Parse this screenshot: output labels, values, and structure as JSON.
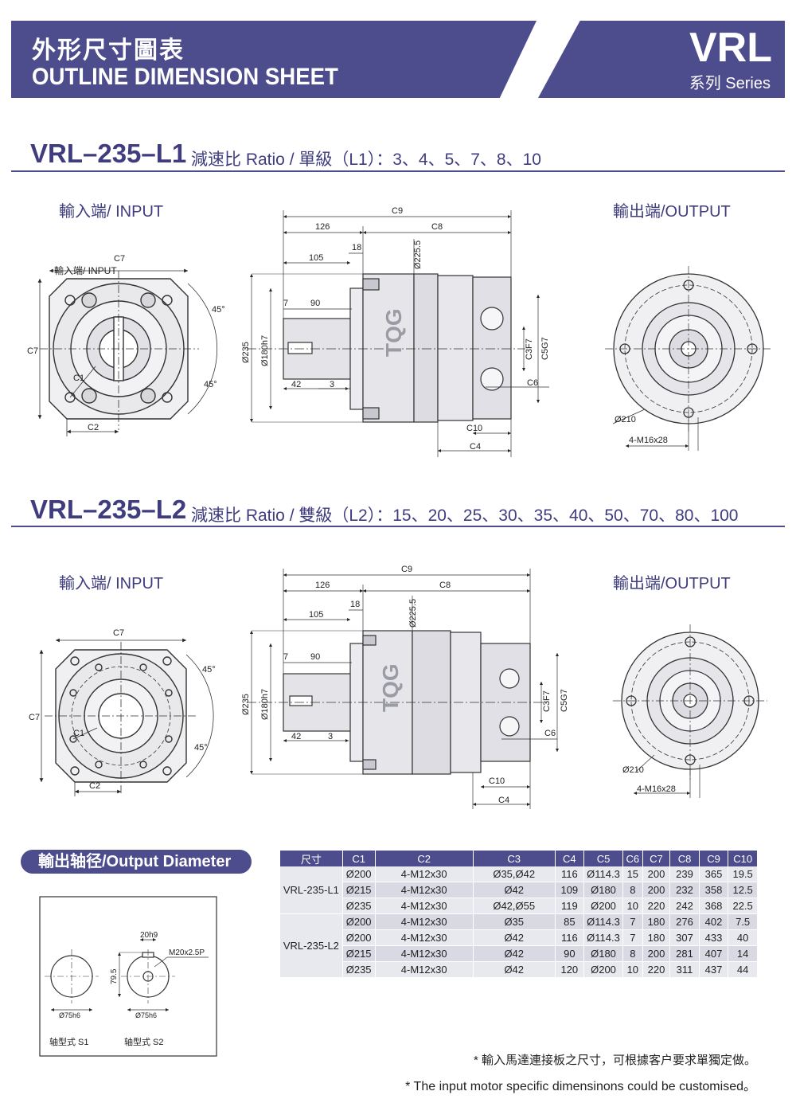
{
  "header": {
    "title_cn": "外形尺寸圖表",
    "title_en": "OUTLINE DIMENSION SHEET",
    "series_name": "VRL",
    "series_label": "系列 Series"
  },
  "sections": [
    {
      "model": "VRL–235–L1",
      "ratio_text": "減速比 Ratio / 單級（L1）：3、4、5、7、8、10",
      "input_label": "輸入端/ INPUT",
      "output_label": "輸出端/OUTPUT",
      "inner_input_label": "輸入端/ INPUT",
      "dims": {
        "c9": "C9",
        "d126": "126",
        "c8": "C8",
        "d18": "18",
        "d225": "Ø225.5",
        "d105": "105",
        "d7": "7",
        "d90": "90",
        "d235": "Ø235",
        "d180": "Ø180h7",
        "d42": "42",
        "d3": "3",
        "c3": "C3F7",
        "c5": "C5G7",
        "c6": "C6",
        "c10": "C10",
        "c4": "C4",
        "c7": "C7",
        "c7v": "C7",
        "c1": "C1",
        "c2": "C2",
        "a45a": "45°",
        "a45b": "45°",
        "d210": "Ø210",
        "m16": "4-M16x28"
      }
    },
    {
      "model": "VRL–235–L2",
      "ratio_text": "減速比 Ratio / 雙級（L2）：15、20、25、30、35、40、50、70、80、100",
      "input_label": "輸入端/ INPUT",
      "output_label": "輸出端/OUTPUT",
      "dims": {
        "c9": "C9",
        "d126": "126",
        "c8": "C8",
        "d18": "18",
        "d225": "Ø225.5",
        "d105": "105",
        "d7": "7",
        "d90": "90",
        "d235": "Ø235",
        "d180": "Ø180h7",
        "d42": "42",
        "d3": "3",
        "c3": "C3F7",
        "c5": "C5G7",
        "c6": "C6",
        "c10": "C10",
        "c4": "C4",
        "c7": "C7",
        "c7v": "C7",
        "c1": "C1",
        "c2": "C2",
        "a45a": "45°",
        "a45b": "45°",
        "d210": "Ø210",
        "m16": "4-M16x28"
      }
    }
  ],
  "logo_text": "TQG",
  "output_diameter": {
    "title": "輸出轴径/Output Diameter",
    "s1_dia": "Ø75h6",
    "s1_label": "轴型式 S1",
    "s2_dia": "Ø75h6",
    "s2_label": "轴型式 S2",
    "s2_key": "20h9",
    "s2_thread": "M20x2.5P",
    "s2_height": "79.5"
  },
  "table": {
    "headers": [
      "尺寸",
      "C1",
      "C2",
      "C3",
      "C4",
      "C5",
      "C6",
      "C7",
      "C8",
      "C9",
      "C10"
    ],
    "groups": [
      {
        "model": "VRL-235-L1",
        "rows": [
          [
            "Ø200",
            "4-M12x30",
            "Ø35,Ø42",
            "116",
            "Ø114.3",
            "15",
            "200",
            "239",
            "365",
            "19.5"
          ],
          [
            "Ø215",
            "4-M12x30",
            "Ø42",
            "109",
            "Ø180",
            "8",
            "200",
            "232",
            "358",
            "12.5"
          ],
          [
            "Ø235",
            "4-M12x30",
            "Ø42,Ø55",
            "119",
            "Ø200",
            "10",
            "220",
            "242",
            "368",
            "22.5"
          ]
        ]
      },
      {
        "model": "VRL-235-L2",
        "rows": [
          [
            "Ø200",
            "4-M12x30",
            "Ø35",
            "85",
            "Ø114.3",
            "7",
            "180",
            "276",
            "402",
            "7.5"
          ],
          [
            "Ø200",
            "4-M12x30",
            "Ø42",
            "116",
            "Ø114.3",
            "7",
            "180",
            "307",
            "433",
            "40"
          ],
          [
            "Ø215",
            "4-M12x30",
            "Ø42",
            "90",
            "Ø180",
            "8",
            "200",
            "281",
            "407",
            "14"
          ],
          [
            "Ø235",
            "4-M12x30",
            "Ø42",
            "120",
            "Ø200",
            "10",
            "220",
            "311",
            "437",
            "44"
          ]
        ]
      }
    ]
  },
  "notes": {
    "cn": "* 輸入馬達連接板之尺寸，可根據客户要求單獨定做。",
    "en": "* The input motor specific dimensinons could be customised。"
  }
}
